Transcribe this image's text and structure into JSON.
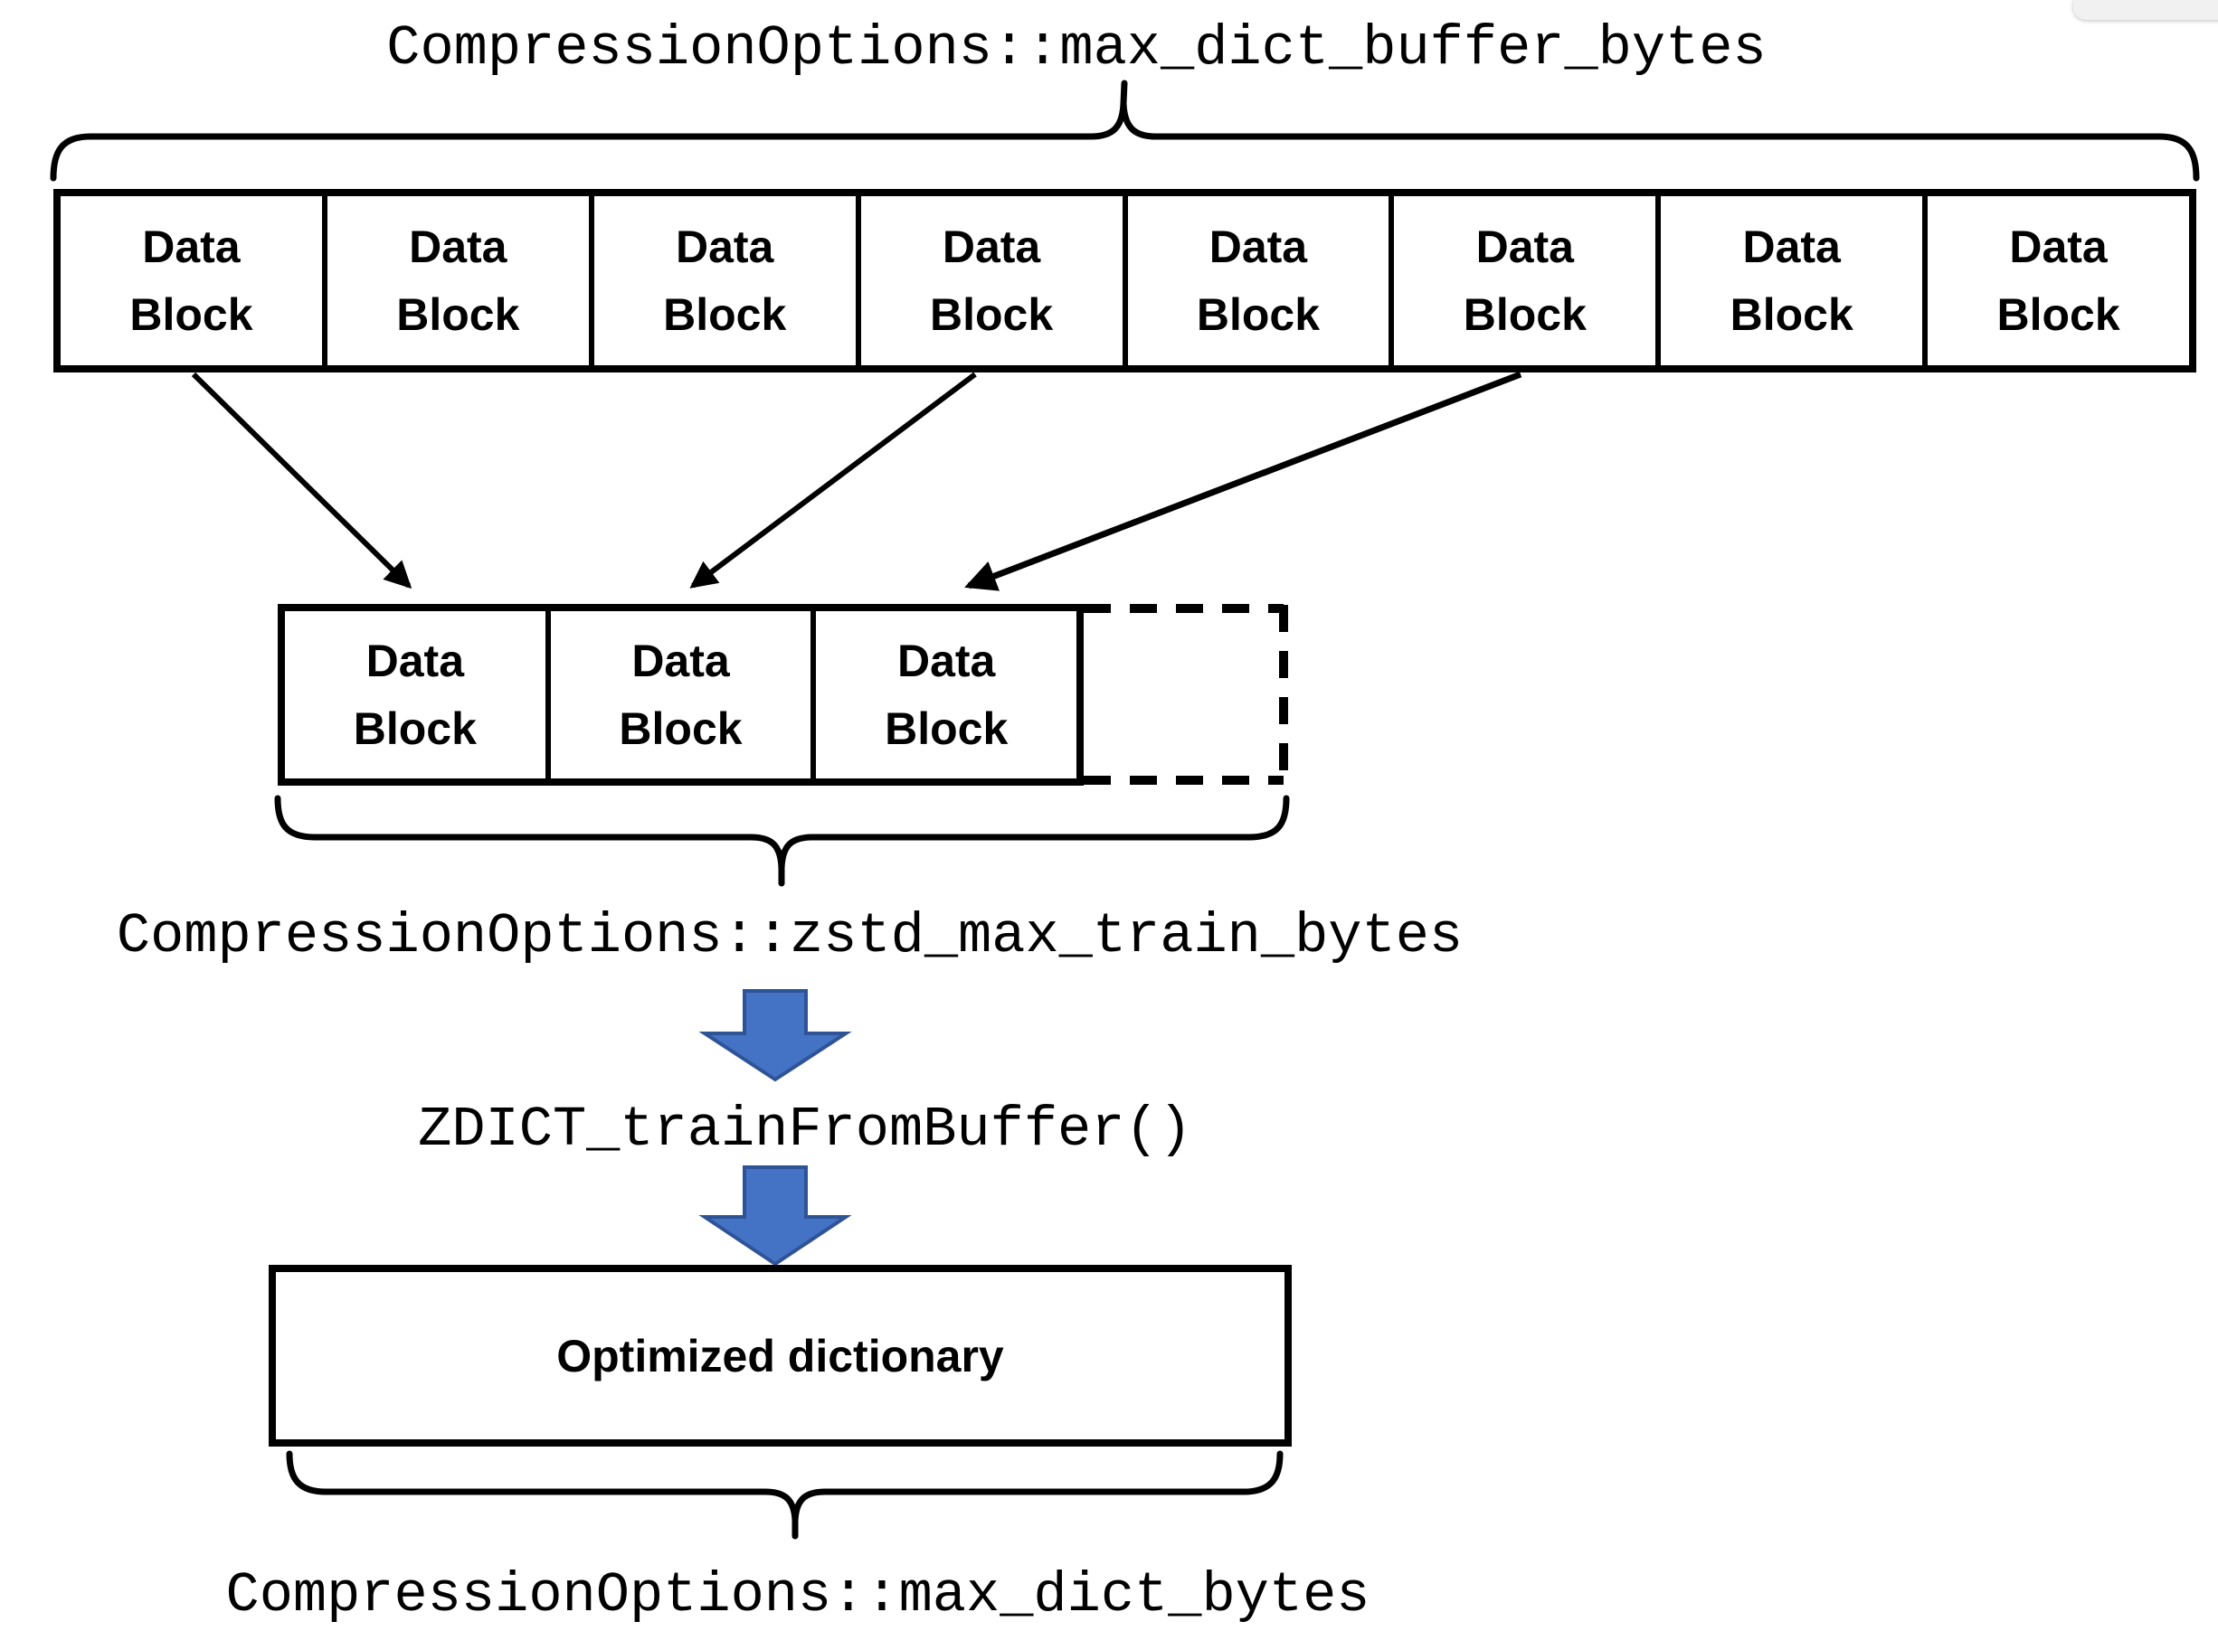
{
  "title": "CompressionOptions::max_dict_buffer_bytes",
  "buffer_row": {
    "blocks": [
      "Data\nBlock",
      "Data\nBlock",
      "Data\nBlock",
      "Data\nBlock",
      "Data\nBlock",
      "Data\nBlock",
      "Data\nBlock",
      "Data\nBlock"
    ]
  },
  "sample_row": {
    "blocks": [
      "Data\nBlock",
      "Data\nBlock",
      "Data\nBlock"
    ]
  },
  "labels": {
    "train_bytes": "CompressionOptions::zstd_max_train_bytes",
    "train_function": "ZDICT_trainFromBuffer()",
    "dictionary": "Optimized dictionary",
    "dict_bytes": "CompressionOptions::max_dict_bytes"
  },
  "colors": {
    "line": "#000000",
    "text": "#000000",
    "arrow_fill": "#4472C4",
    "arrow_stroke": "#2F5496",
    "corner_overlay": "#f1f1f2",
    "background": "#ffffff"
  }
}
